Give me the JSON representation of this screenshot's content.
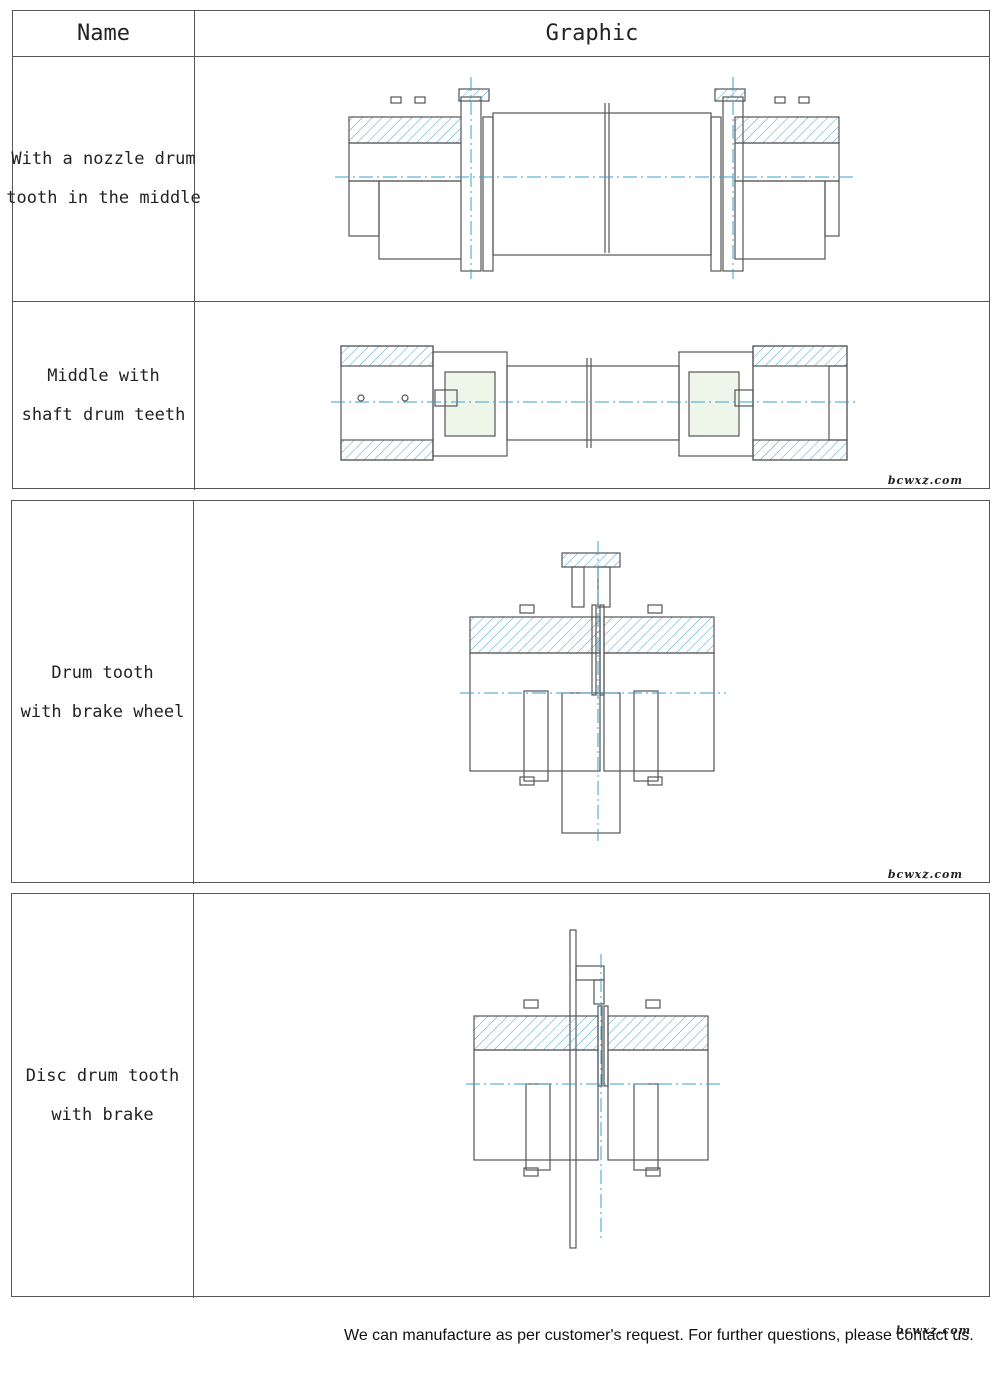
{
  "header": {
    "name_label": "Name",
    "graphic_label": "Graphic"
  },
  "rows": [
    {
      "name_lines": [
        "With a nozzle drum",
        "tooth in the middle"
      ]
    },
    {
      "name_lines": [
        "Middle with",
        "shaft drum teeth"
      ],
      "watermark": "bcwxz.com"
    },
    {
      "name_lines": [
        "Drum tooth",
        "with brake wheel"
      ],
      "watermark": "bcwxz.com"
    },
    {
      "name_lines": [
        "Disc drum tooth",
        "with brake"
      ]
    }
  ],
  "footer": {
    "text": "We can manufacture as per customer's request. For further questions, please contact us.",
    "watermark": "bcwxz.com"
  },
  "colors": {
    "line": "#555555",
    "hatch": "#4aa3c8",
    "center": "#3aa0d0",
    "accent_green": "#3a9a3a"
  }
}
